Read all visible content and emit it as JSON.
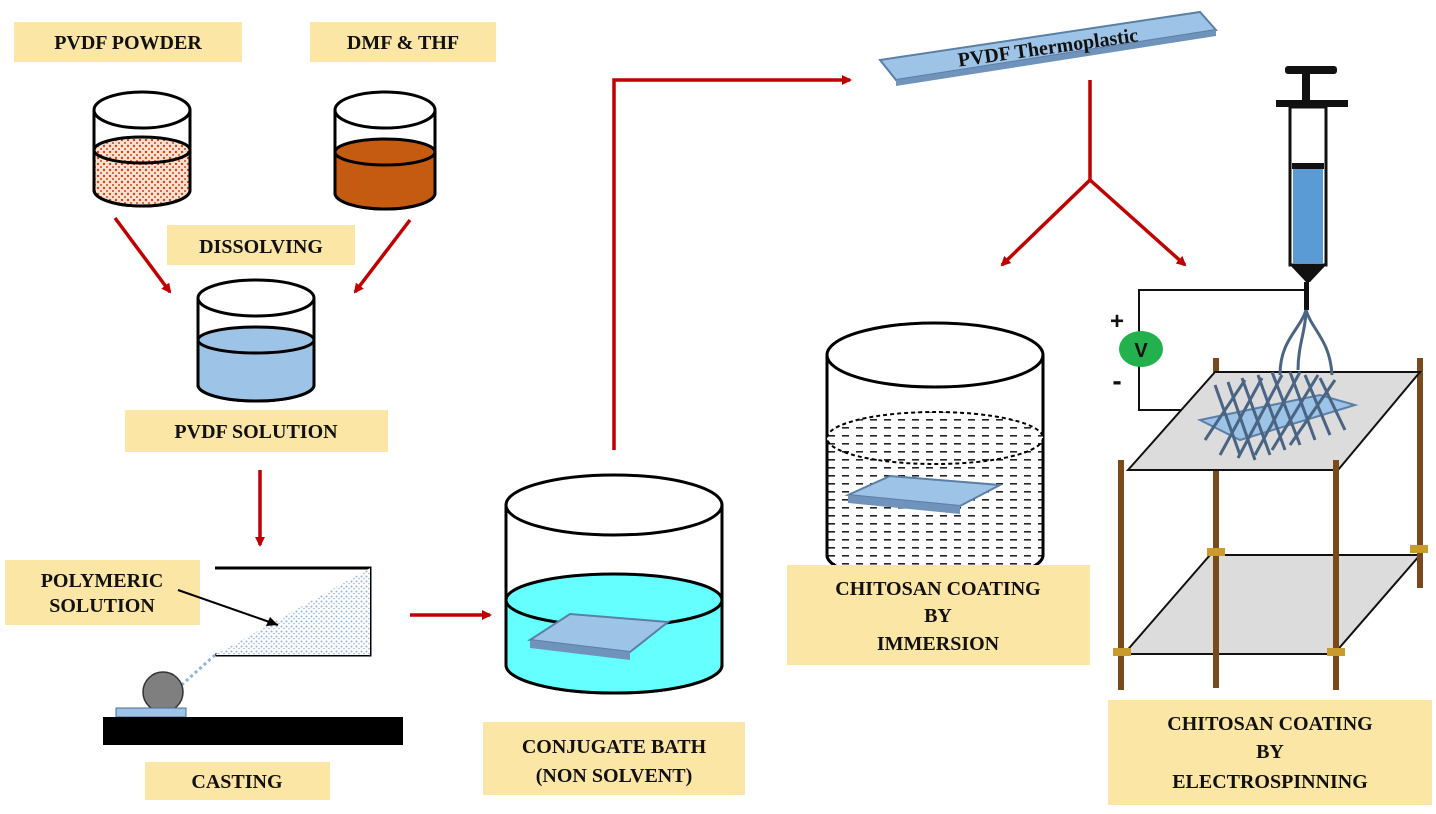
{
  "labels": {
    "pvdf_powder": "PVDF POWDER",
    "dmf_thf": "DMF & THF",
    "dissolving": "DISSOLVING",
    "pvdf_solution": "PVDF SOLUTION",
    "polymeric_solution": [
      "POLYMERIC",
      "SOLUTION"
    ],
    "casting": "CASTING",
    "conjugate_bath": [
      "CONJUGATE BATH",
      "(NON SOLVENT)"
    ],
    "pvdf_thermoplastic": "PVDF Thermoplastic",
    "immersion": [
      "CHITOSAN COATING",
      "BY",
      "IMMERSION"
    ],
    "electrospinning": [
      "CHITOSAN COATING",
      "BY",
      "ELECTROSPINNING"
    ],
    "voltmeter": "V",
    "plus": "+",
    "minus": "-"
  },
  "colors": {
    "label_bg": "#fbe6a6",
    "arrow": "#c00000",
    "powder": "#f2b48a",
    "solvent": "#c55a11",
    "pvdf_solution": "#9dc3e6",
    "bath": "#66ffff",
    "voltmeter": "#22b14c",
    "stand_post": "#7a4a1c"
  }
}
